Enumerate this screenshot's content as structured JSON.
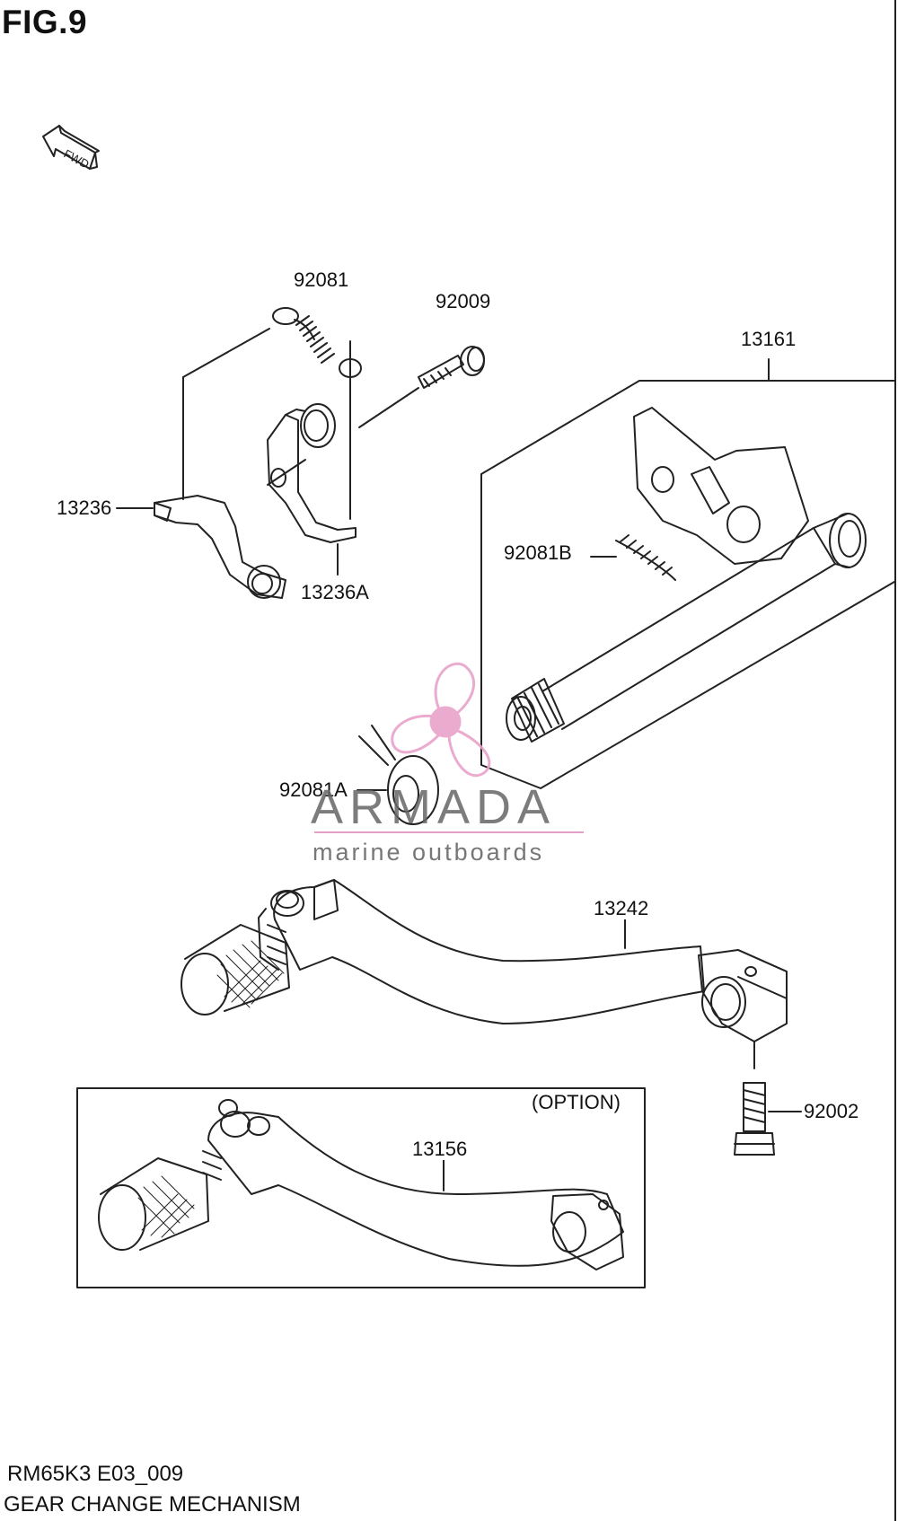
{
  "figure": {
    "title": "FIG.9",
    "direction_arrow": "FWD",
    "footer_code": "RM65K3 E03_009",
    "footer_name": "GEAR CHANGE MECHANISM"
  },
  "option_box": {
    "label": "(OPTION)"
  },
  "callouts": {
    "c92081": "92081",
    "c92009": "92009",
    "c13161": "13161",
    "c13236": "13236",
    "c92081B": "92081B",
    "c13236A": "13236A",
    "c92081A": "92081A",
    "c13242": "13242",
    "c92002": "92002",
    "c13156": "13156"
  },
  "watermark": {
    "brand": "ARMADA",
    "tagline": "marine outboards",
    "accent_color": "#e8a3c9",
    "logo_icon": "propeller-icon"
  },
  "colors": {
    "line": "#222222",
    "background": "#ffffff"
  }
}
